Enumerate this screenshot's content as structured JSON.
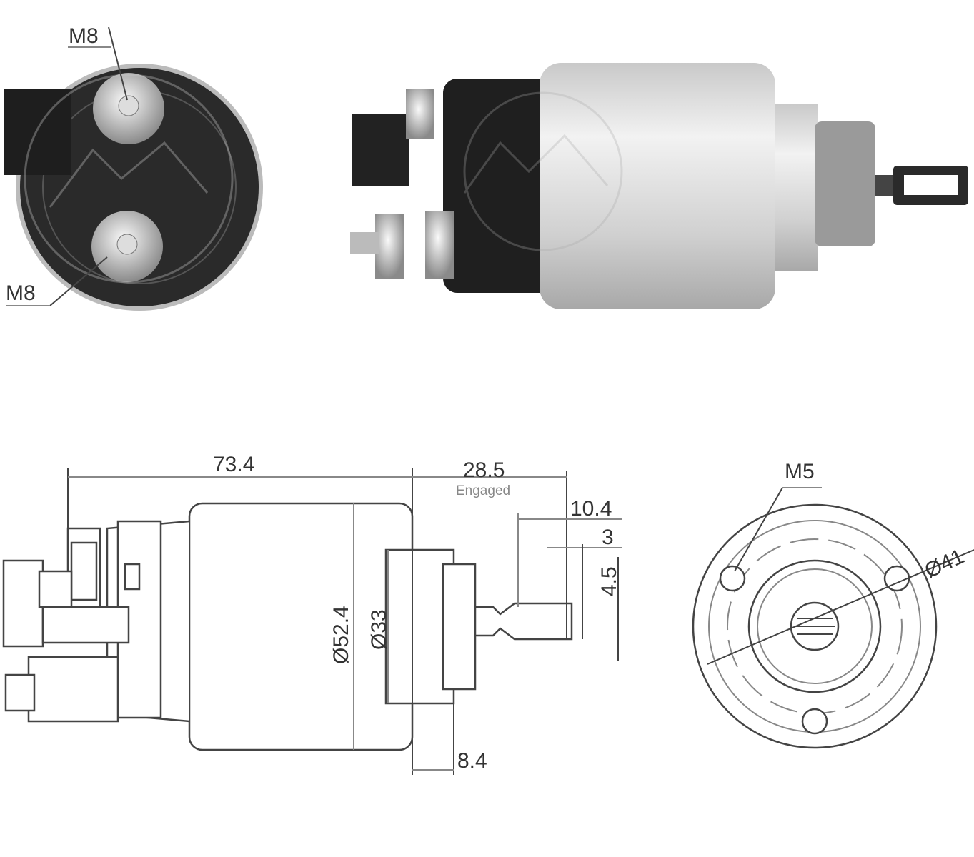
{
  "photos": {
    "end_view": {
      "top_thread_label": "M8",
      "bottom_thread_label": "M8"
    },
    "side_view": {}
  },
  "drawing_side": {
    "overall_length": "73.4",
    "plunger_travel": "28.5",
    "plunger_note": "Engaged",
    "eye_length": "10.4",
    "eye_offset": "3",
    "eye_width": "4.5",
    "body_diameter": "Ø52.4",
    "boss_diameter": "Ø33",
    "boss_length": "8.4"
  },
  "drawing_end": {
    "mount_thread": "M5",
    "bolt_circle": "Ø41"
  },
  "colors": {
    "line": "#444444",
    "housing": "#d8d8d8",
    "cap": "#1a1a1a"
  }
}
